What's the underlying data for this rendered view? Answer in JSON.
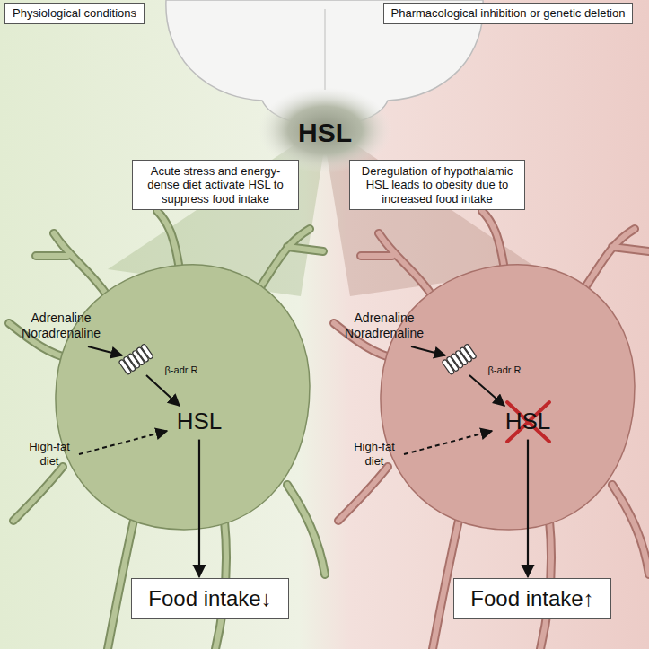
{
  "diagram": {
    "nodes": [
      {
        "text": [
          "Physiological conditions"
        ]
      },
      {
        "text": [
          "Pharmacological inhibition or genetic deletion"
        ]
      },
      {
        "text": [
          "Acute stress and energy-dense diet activate HSL to suppress food intake"
        ]
      },
      {
        "text": [
          "Deregulation of hypothalamic HSL leads to obesity due to increased food intake"
        ]
      },
      {
        "text": [
          "HSL"
        ]
      },
      {
        "text": [
          "HSL"
        ]
      },
      {
        "text": [
          "Food intake↓"
        ]
      },
      {
        "text": [
          "Food intake↑"
        ]
      }
    ],
    "edges": [
      {
        "from": 4,
        "to": 6,
        "arrow": "to"
      },
      {
        "from": 5,
        "to": 7,
        "arrow": "to"
      }
    ],
    "labels": [
      "HSL",
      "Adrenaline Noradrenaline",
      "β-adr R",
      "High-fat diet",
      "Adrenaline Noradrenaline",
      "β-adr R",
      "High-fat diet"
    ]
  }
}
